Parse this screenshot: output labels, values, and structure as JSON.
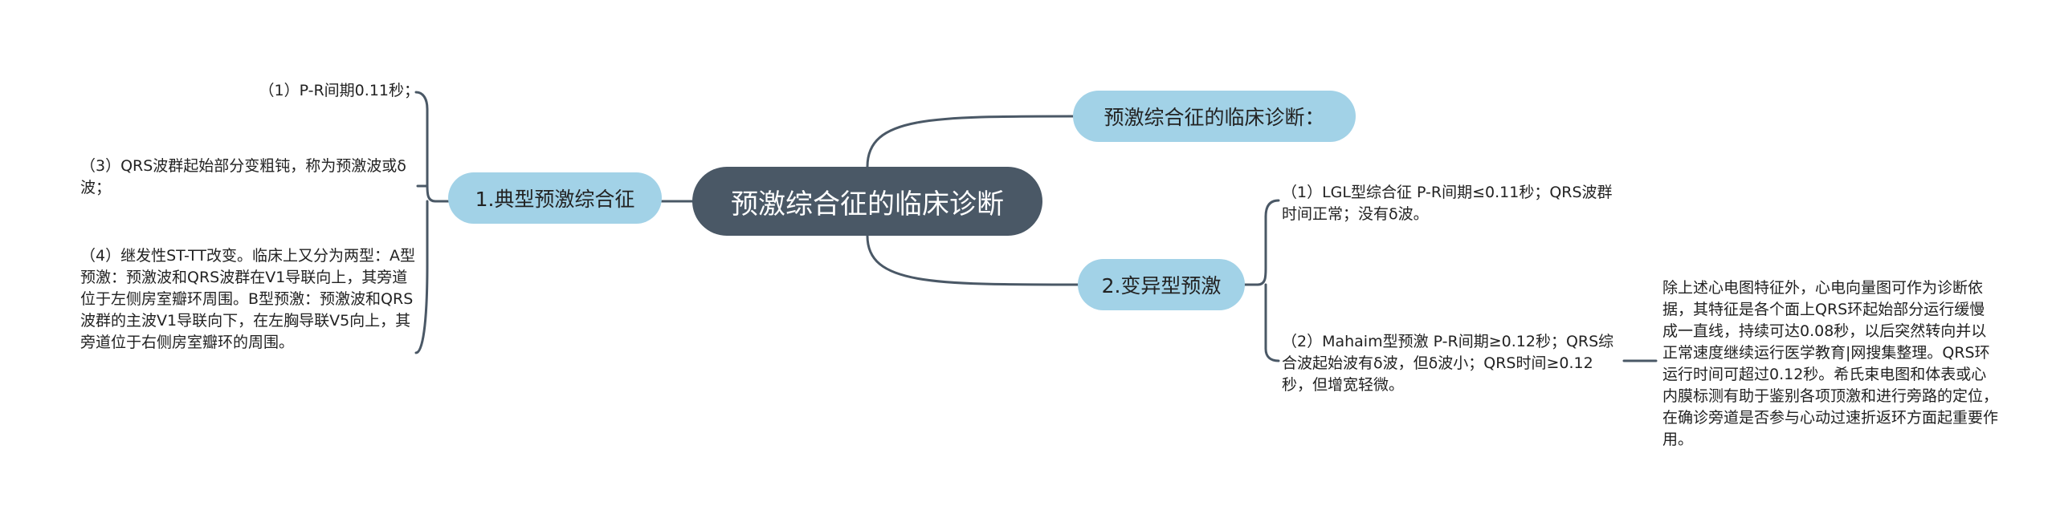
{
  "root": {
    "label": "预激综合征的临床诊断"
  },
  "branches": {
    "diagnosis": {
      "label": "预激综合征的临床诊断："
    },
    "typical": {
      "label": "1.典型预激综合征",
      "items": [
        "（1）P-R间期0.11秒；",
        "（3）QRS波群起始部分变粗钝，称为预激波或δ波；",
        "（4）继发性ST-TT改变。临床上又分为两型：A型预激：预激波和QRS波群在V1导联向上，其旁道位于左侧房室瓣环周围。B型预激：预激波和QRS波群的主波V1导联向下，在左胸导联V5向上，其旁道位于右侧房室瓣环的周围。"
      ]
    },
    "variant": {
      "label": "2.变异型预激",
      "items": [
        "（1）LGL型综合征 P-R间期≤0.11秒；QRS波群时间正常；没有δ波。",
        "（2）Mahaim型预激 P-R间期≥0.12秒；QRS综合波起始波有δ波，但δ波小；QRS时间≥0.12秒，但增宽轻微。"
      ],
      "note": "除上述心电图特征外，心电向量图可作为诊断依据，其特征是各个面上QRS环起始部分运行缓慢成一直线，持续可达0.08秒，以后突然转向并以正常速度继续运行医学教育|网搜集整理。QRS环运行时间可超过0.12秒。希氏束电图和体表或心内膜标测有助于鉴别各项顶激和进行旁路的定位，在确诊旁道是否参与心动过速折返环方面起重要作用。"
    }
  },
  "colors": {
    "root": "#4a5866",
    "branch": "#a2d2e7",
    "line": "#4a5866"
  }
}
